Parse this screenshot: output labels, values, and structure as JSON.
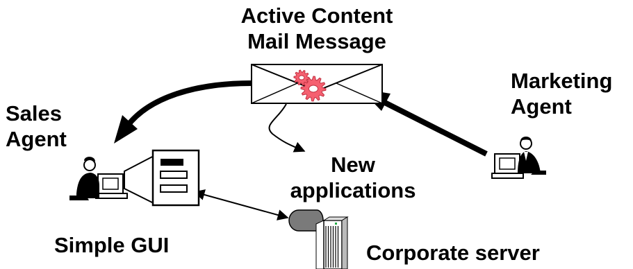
{
  "labels": {
    "active_content": [
      "Active Content",
      "Mail Message"
    ],
    "marketing_agent": [
      "Marketing",
      "Agent"
    ],
    "sales_agent": [
      "Sales",
      "Agent"
    ],
    "new_applications": [
      "New",
      "applications"
    ],
    "simple_gui": "Simple GUI",
    "corporate_server": "Corporate server"
  },
  "icons": {
    "envelope": "envelope-icon",
    "gears": "gears-icon",
    "sales_person": "person-at-computer-icon",
    "marketing_person": "person-at-computer-icon",
    "gui_form": "form-window-icon",
    "server": "server-tower-icon",
    "database": "database-icon"
  },
  "colors": {
    "gear": "#f56070",
    "envelope_fill": "#ffffff",
    "database": "#7a7a7a",
    "stroke": "#000000"
  }
}
